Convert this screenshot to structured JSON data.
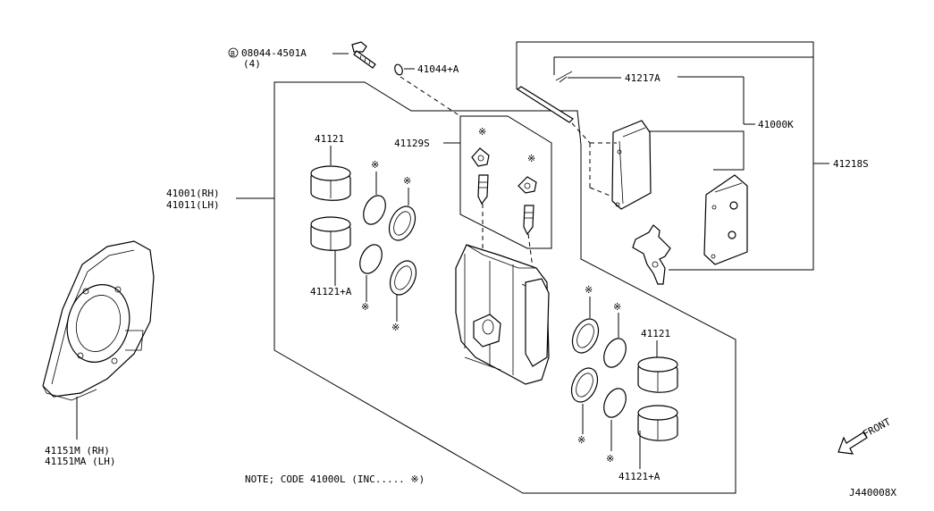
{
  "labels": {
    "bolt_code": "08044-4501A",
    "bolt_circle": "B",
    "bolt_qty": "(4)",
    "clip": "41044+A",
    "pin": "41217A",
    "pad_kit": "41000K",
    "caliper_rh": "41001(RH)",
    "caliper_lh": "41011(LH)",
    "piston_top_left": "41121",
    "bleeder_kit": "41129S",
    "hardware_kit": "41218S",
    "piston_seal_left": "41121+A",
    "piston_top_right": "41121",
    "piston_seal_right": "41121+A",
    "splash_rh": "41151M  (RH)",
    "splash_lh": "41151MA (LH)",
    "note": "NOTE; CODE 41000L (INC..... ※)",
    "front": "FRONT",
    "diagram_code": "J440008X",
    "star": "※"
  }
}
